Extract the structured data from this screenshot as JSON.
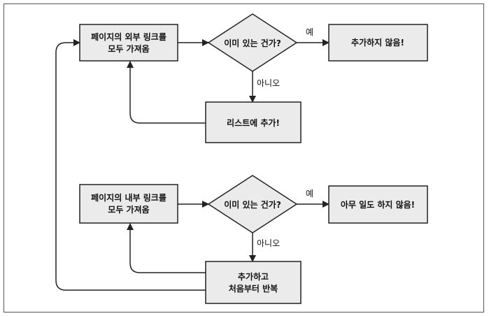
{
  "flow_top": {
    "get_external_links": [
      "페이지의 외부 링크를",
      "모두 가져옴"
    ],
    "already_exists": "이미 있는 건가?",
    "yes_label": "예",
    "no_label": "아니오",
    "do_not_add": "추가하지 않음!",
    "add_to_list": "리스트에 추가!"
  },
  "flow_bottom": {
    "get_internal_links": [
      "페이지의 내부 링크를",
      "모두 가져옴"
    ],
    "already_exists": "이미 있는 건가?",
    "yes_label": "예",
    "no_label": "아니오",
    "do_nothing": "아무 일도 하지 않음!",
    "add_and_repeat": [
      "추가하고",
      "처음부터 반복"
    ]
  },
  "colors": {
    "box_fill": "#ebebeb",
    "stroke": "#222222"
  }
}
